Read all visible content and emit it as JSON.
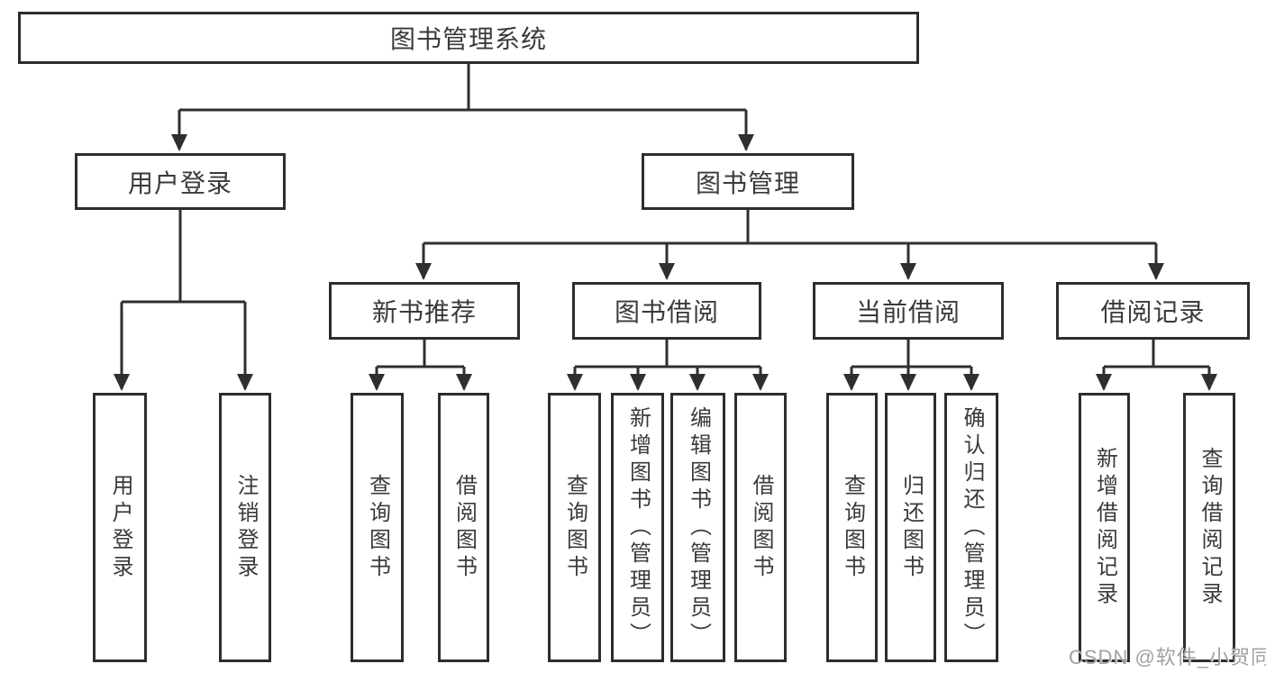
{
  "diagram": {
    "root": {
      "label": "图书管理系统"
    },
    "level2": [
      {
        "label": "用户登录"
      },
      {
        "label": "图书管理"
      }
    ],
    "level3": [
      {
        "label": "新书推荐"
      },
      {
        "label": "图书借阅"
      },
      {
        "label": "当前借阅"
      },
      {
        "label": "借阅记录"
      }
    ],
    "leaves": [
      {
        "label": "用户登录"
      },
      {
        "label": "注销登录"
      },
      {
        "label": "查询图书"
      },
      {
        "label": "借阅图书"
      },
      {
        "label": "查询图书"
      },
      {
        "label": "新增图书（管理员）"
      },
      {
        "label": "编辑图书（管理员）"
      },
      {
        "label": "借阅图书"
      },
      {
        "label": "查询图书"
      },
      {
        "label": "归还图书"
      },
      {
        "label": "确认归还（管理员）"
      },
      {
        "label": "新增借阅记录"
      },
      {
        "label": "查询借阅记录"
      }
    ]
  },
  "watermark": {
    "text": "CSDN @软件_小贺同学"
  },
  "colors": {
    "line": "#2f2f2f",
    "box_border": "#2d2d2d",
    "text": "#3a3a3a",
    "watermark": "#a0a0a0",
    "background": "#ffffff"
  }
}
